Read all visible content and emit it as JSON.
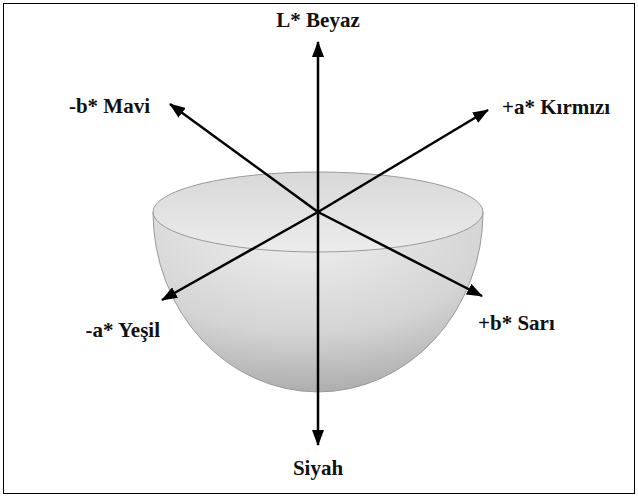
{
  "diagram": {
    "labels": [
      "L* Beyaz",
      "-b* Mavi",
      "+a* Kırmızı",
      "-a* Yeşil",
      "+b* Sarı",
      "Siyah"
    ]
  }
}
